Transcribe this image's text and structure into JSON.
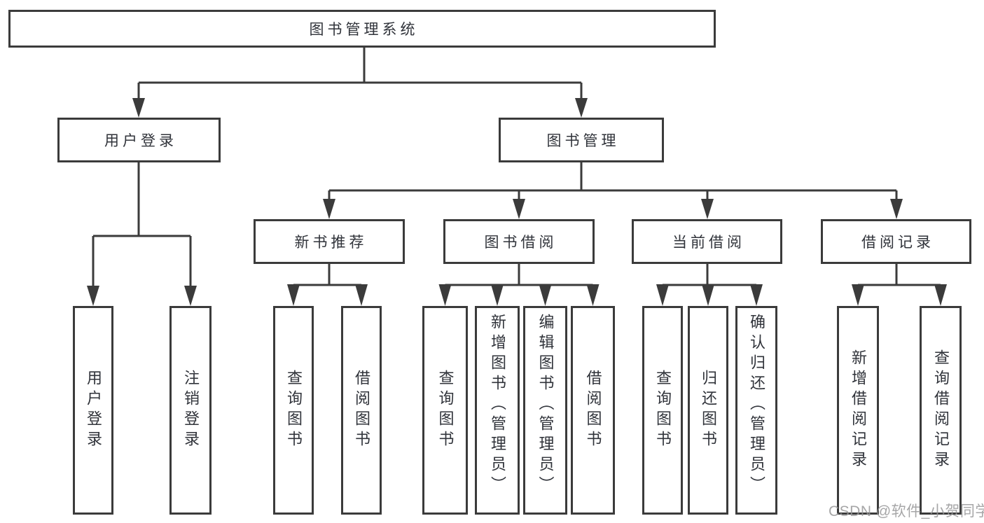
{
  "diagram": {
    "root": {
      "label": "图书管理系统"
    },
    "level2": [
      {
        "label": "用户登录",
        "children": [
          {
            "label": "用户登录"
          },
          {
            "label": "注销登录"
          }
        ]
      },
      {
        "label": "图书管理",
        "children": [
          {
            "label": "新书推荐",
            "children": [
              {
                "label": "查询图书"
              },
              {
                "label": "借阅图书"
              }
            ]
          },
          {
            "label": "图书借阅",
            "children": [
              {
                "label": "查询图书"
              },
              {
                "label": "新增图书（管理员）"
              },
              {
                "label": "编辑图书（管理员）"
              },
              {
                "label": "借阅图书"
              }
            ]
          },
          {
            "label": "当前借阅",
            "children": [
              {
                "label": "查询图书"
              },
              {
                "label": "归还图书"
              },
              {
                "label": "确认归还（管理员）"
              }
            ]
          },
          {
            "label": "借阅记录",
            "children": [
              {
                "label": "新增借阅记录"
              },
              {
                "label": "查询借阅记录"
              }
            ]
          }
        ]
      }
    ]
  },
  "watermark": "CSDN @软件_小贺同学",
  "colors": {
    "line": "#3b3b3b",
    "text": "#30333a",
    "watermark": "#969698",
    "background": "#ffffff"
  }
}
